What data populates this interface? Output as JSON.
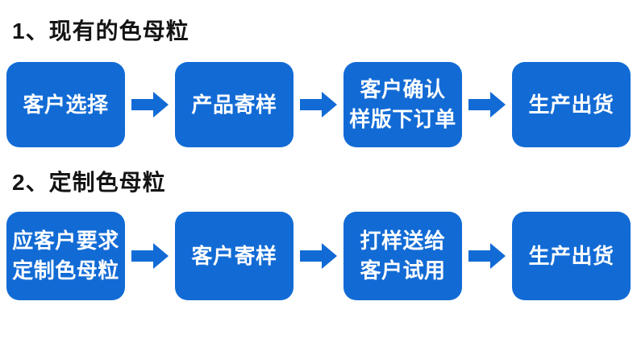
{
  "page": {
    "background": "#ffffff",
    "accent_color": "#126bd5",
    "box_text_color": "#ffffff",
    "title_color": "#141414"
  },
  "icons": {
    "arrow": "arrow-right"
  },
  "flows": [
    {
      "title": "1、现有的色母粒",
      "steps": [
        {
          "label": "客户选择"
        },
        {
          "label": "产品寄样"
        },
        {
          "label": "客户确认\n样版下订单"
        },
        {
          "label": "生产出货"
        }
      ]
    },
    {
      "title": "2、定制色母粒",
      "steps": [
        {
          "label": "应客户要求\n定制色母粒"
        },
        {
          "label": "客户寄样"
        },
        {
          "label": "打样送给\n客户试用"
        },
        {
          "label": "生产出货"
        }
      ]
    }
  ]
}
